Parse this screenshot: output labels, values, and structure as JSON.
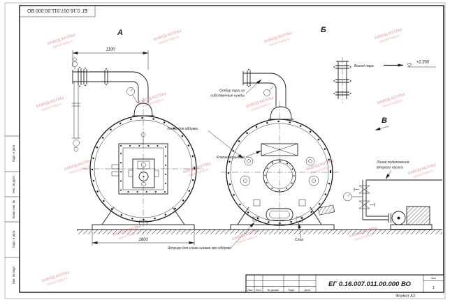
{
  "doc": {
    "number": "ЕГ 0.16.007.011.00.000 ВО",
    "format": "Формат А3"
  },
  "title_block": {
    "col_izm": "Изм.",
    "col_list": "Лист",
    "col_doc": "№ докум.",
    "col_podp": "Подп.",
    "col_data": "Дата",
    "sheet_label": "Лист",
    "sheet_value": "1"
  },
  "margin_fields": {
    "podp_data_top": "Подп. и дата",
    "inv_dubl": "Инв. № дубл.",
    "vzam_inv": "Взам. инв. №",
    "podp_data": "Подп. и дата",
    "inv_podl": "Инв. № подл."
  },
  "views": {
    "a": "А",
    "b": "Б",
    "v": "В"
  },
  "dimensions": {
    "pipe_length": "1100",
    "base_width": "1800"
  },
  "annotations": {
    "steam_outlet": "Выход пара",
    "elevation": "+2.350",
    "own_needs_line1": "Отбор пара на",
    "own_needs_line2": "собственные нужды",
    "blow_hatches": "Лючки для обдувки",
    "explosion_valve": "Клапан взрывной",
    "pump_line1": "Линия подключения",
    "pump_line2": "второго насоса",
    "sludge_fitting": "Штуцер для слива шлама при обдувке",
    "drain": "Слив"
  },
  "watermark": {
    "line1": "ЗАВОД КОТЛЫ",
    "line2": "zavod-kotly.ru"
  }
}
